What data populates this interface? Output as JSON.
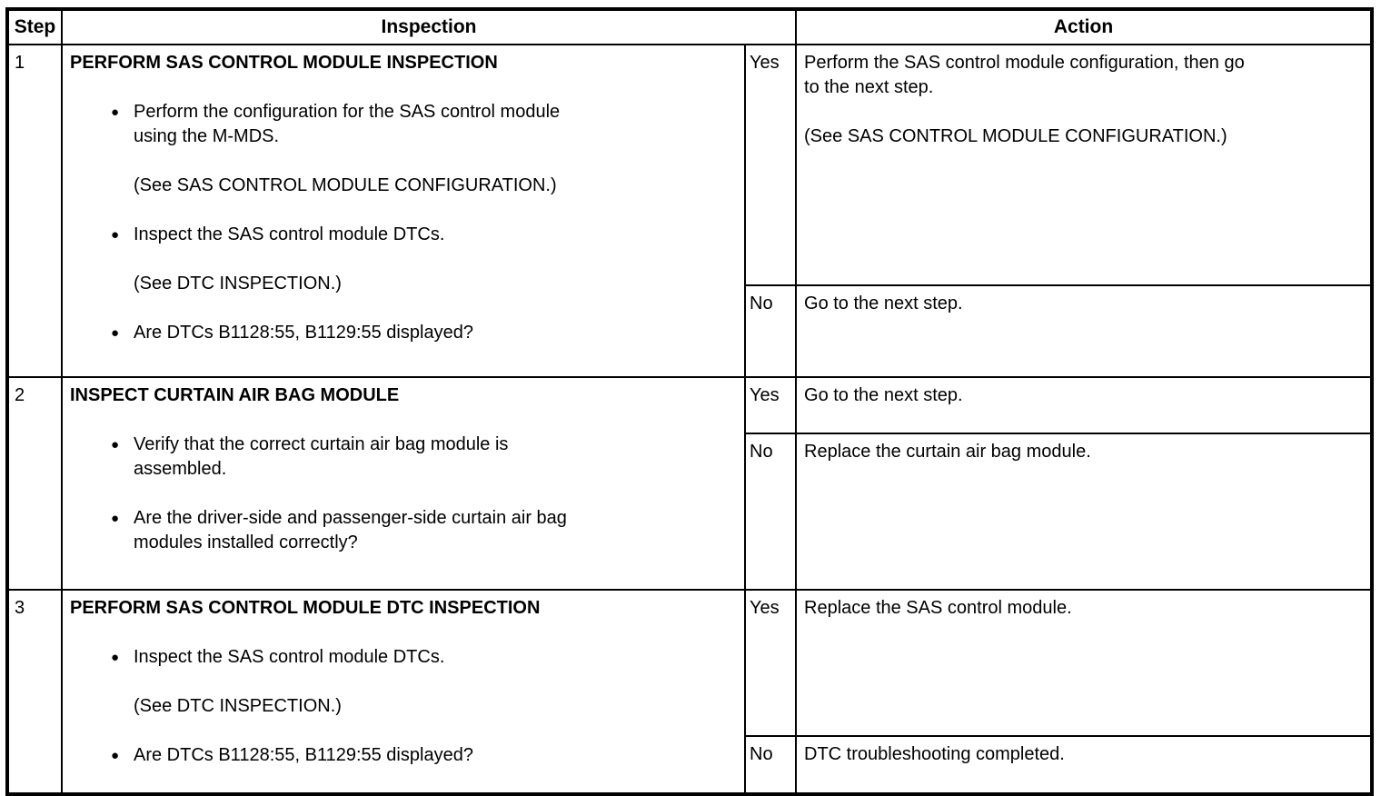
{
  "header": {
    "step": "Step",
    "inspection": "Inspection",
    "action": "Action"
  },
  "rows": [
    {
      "step": "1",
      "title": "PERFORM SAS CONTROL MODULE INSPECTION",
      "items": [
        {
          "type": "bullet",
          "text": "Perform the configuration for the SAS control module using the M-MDS."
        },
        {
          "type": "note",
          "text": "(See SAS CONTROL MODULE CONFIGURATION.)"
        },
        {
          "type": "bullet",
          "text": "Inspect the SAS control module DTCs."
        },
        {
          "type": "note",
          "text": "(See DTC INSPECTION.)"
        },
        {
          "type": "bullet",
          "text": "Are DTCs B1128:55, B1129:55 displayed?"
        }
      ],
      "yes": {
        "label": "Yes",
        "action": [
          "Perform the SAS control module configuration, then go to the next step.",
          "(See SAS CONTROL MODULE CONFIGURATION.)"
        ]
      },
      "no": {
        "label": "No",
        "action": [
          "Go to the next step."
        ]
      }
    },
    {
      "step": "2",
      "title": "INSPECT CURTAIN AIR BAG MODULE",
      "items": [
        {
          "type": "bullet",
          "text": "Verify that the correct curtain air bag module is assembled."
        },
        {
          "type": "bullet",
          "text": "Are the driver-side and passenger-side curtain air bag modules installed correctly?"
        }
      ],
      "yes": {
        "label": "Yes",
        "action": [
          "Go to the next step."
        ]
      },
      "no": {
        "label": "No",
        "action": [
          "Replace the curtain air bag module."
        ]
      }
    },
    {
      "step": "3",
      "title": "PERFORM SAS CONTROL MODULE DTC INSPECTION",
      "items": [
        {
          "type": "bullet",
          "text": "Inspect the SAS control module DTCs."
        },
        {
          "type": "note",
          "text": "(See DTC INSPECTION.)"
        },
        {
          "type": "bullet",
          "text": "Are DTCs B1128:55, B1129:55 displayed?"
        }
      ],
      "yes": {
        "label": "Yes",
        "action": [
          "Replace the SAS control module."
        ]
      },
      "no": {
        "label": "No",
        "action": [
          "DTC troubleshooting completed."
        ]
      }
    }
  ],
  "bullet_icon": "●"
}
